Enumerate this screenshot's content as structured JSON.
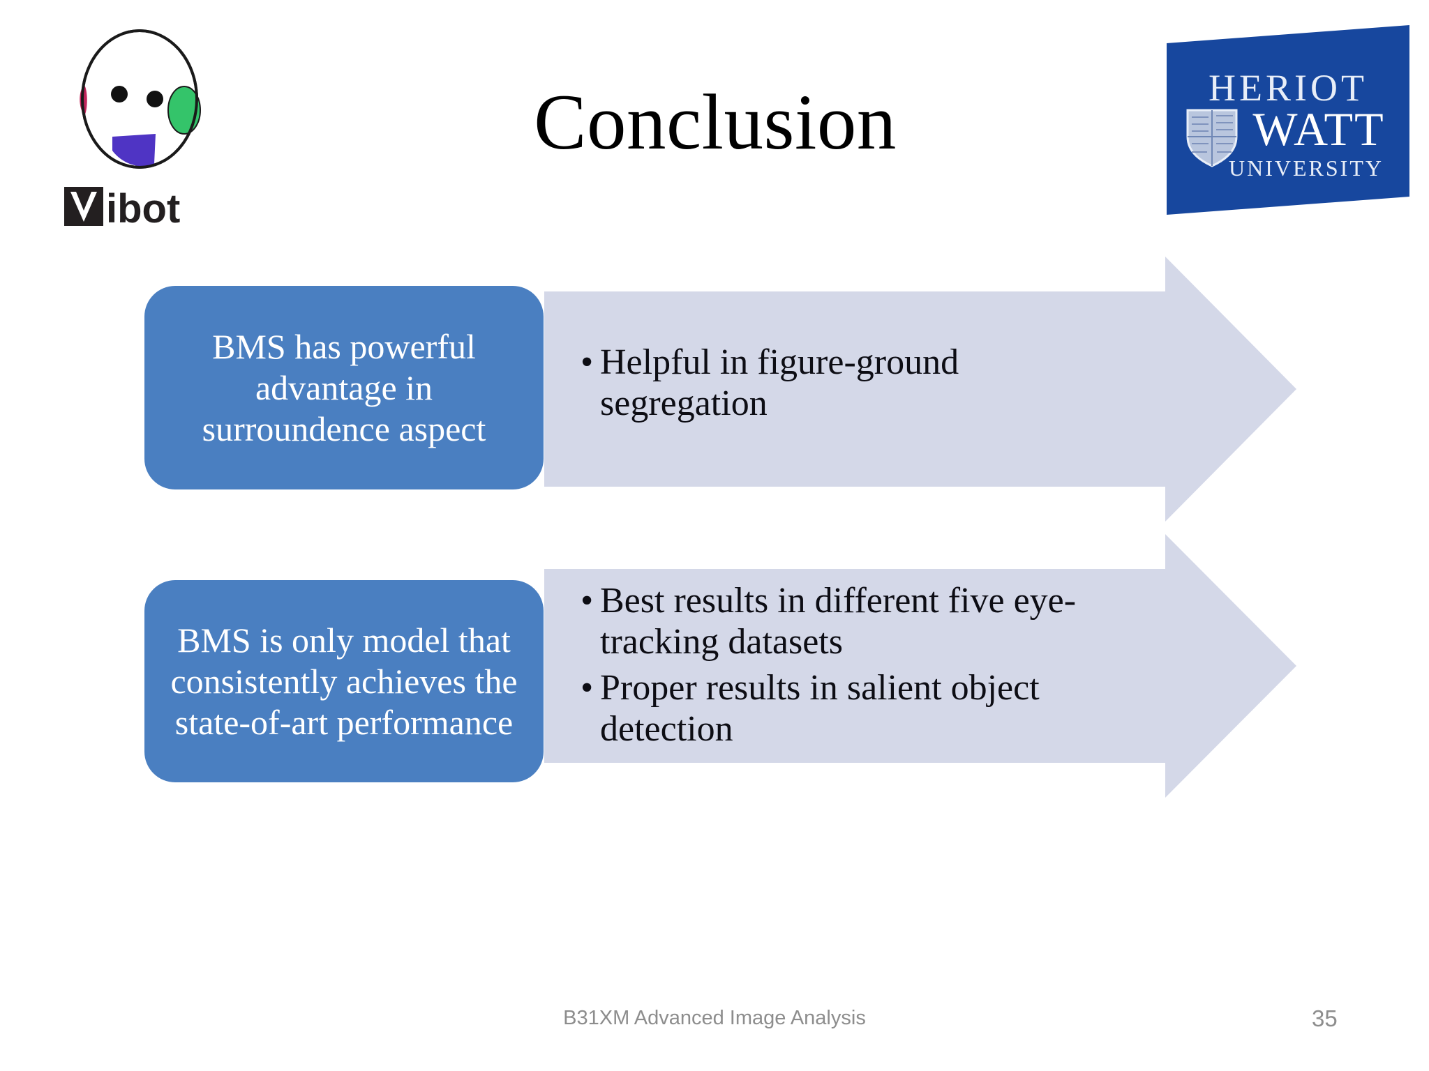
{
  "slide": {
    "title": "Conclusion",
    "background_color": "#ffffff"
  },
  "logos": {
    "vibot": {
      "name": "vibot-logo",
      "wordmark": "ibot",
      "mark_letter": "V",
      "colors": {
        "mouth": "#4f34c4",
        "left_cheek": "#c2255c",
        "right_cheek": "#34c46a",
        "outline": "#1a1a1a",
        "wordmark": "#231f20"
      }
    },
    "heriot_watt": {
      "name": "heriot-watt-logo",
      "line1": "HERIOT",
      "line2": "WATT",
      "line3": "UNIVERSITY",
      "banner_color": "#17479e",
      "text_color": "#e8eef8"
    }
  },
  "theme": {
    "callout_blue": "#4a7fc1",
    "arrow_fill": "#d4d8e8",
    "body_text": "#0d0d14",
    "footer_text": "#8d8d8d"
  },
  "rows": [
    {
      "callout": "BMS has powerful advantage in surroundence aspect",
      "bullets": [
        "Helpful in figure-ground segregation"
      ]
    },
    {
      "callout": "BMS is only model that consistently achieves the state-of-art performance",
      "bullets": [
        "Best results in different five eye-tracking datasets",
        "Proper results in salient object detection"
      ]
    }
  ],
  "bullet_glyph": "•",
  "footer": {
    "course": "B31XM Advanced Image Analysis",
    "page_number": "35"
  }
}
